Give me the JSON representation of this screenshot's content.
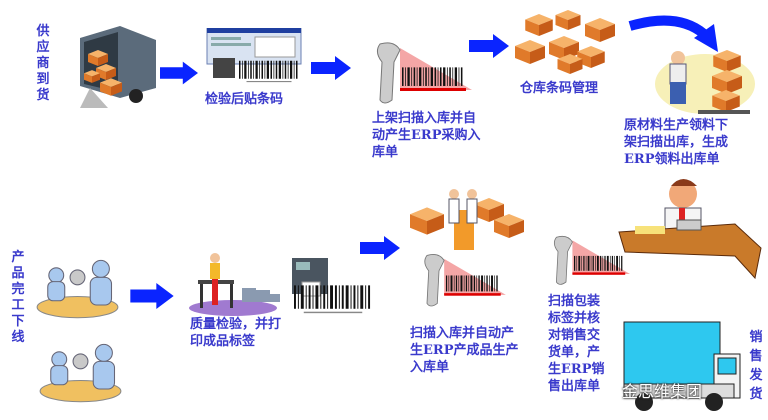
{
  "colors": {
    "text": "#3a3acc",
    "arrow": "#0a24ff"
  },
  "steps": {
    "supplier_arrival": "供应商到货",
    "inspect_label": "检验后贴条码",
    "shelf_scan": [
      "上架扫描入库并自",
      "动产生ERP采购入",
      "库单"
    ],
    "warehouse": "仓库条码管理",
    "material_issue": [
      "原材料生产领料下",
      "架扫描出库，生成",
      "ERP领料出库单"
    ],
    "production_done": "产品完工下线",
    "quality": [
      "质量检验，并打",
      "印成品标签"
    ],
    "finished_in": [
      "扫描入库并自动产",
      "生ERP产成品生产",
      "入库单"
    ],
    "pack_scan": [
      "扫描包装",
      "标签并核",
      "对销售交",
      "货单，产",
      "生ERP销",
      "售出库单"
    ],
    "sales_ship": "销售发货"
  },
  "watermark": "金思维集团"
}
